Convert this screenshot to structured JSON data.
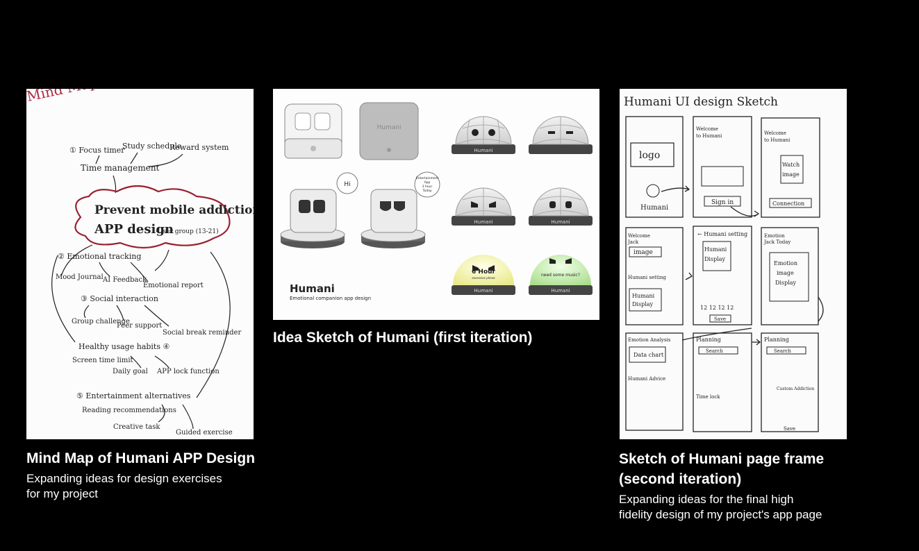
{
  "cards": [
    {
      "title": "Mind Map of Humani APP Design",
      "subtitle_lines": [
        "Expanding ideas for design exercises",
        "for my project"
      ],
      "sketch": {
        "corner_label": "Mind Map",
        "center_lines": [
          "Prevent mobile addiction",
          "APP design",
          "-User group (13-21)"
        ],
        "nodes": [
          "① Focus timer",
          "Study schedule",
          "Reward system",
          "Time management",
          "② Emotional tracking",
          "Mood Journal",
          "AI Feedback",
          "Emotional report",
          "③ Social interaction",
          "Group challenge",
          "Peer support",
          "Social break reminder",
          "Healthy usage habits ④",
          "Screen time limit",
          "Daily goal",
          "APP lock function",
          "⑤ Entertainment alternatives",
          "Reading recommendations",
          "Creative task",
          "Guided exercise"
        ]
      }
    },
    {
      "title": "Idea Sketch of Humani (first iteration)",
      "sketch": {
        "brand": "Humani",
        "tagline": "Emotional companion app design",
        "device_label": "Humani",
        "bubble_hi": "Hi",
        "bubble_info": [
          "Entertainment",
          "App",
          "3 hour",
          "Today"
        ],
        "dome_label": "Humani",
        "dome_yellow_text": "6 Hour",
        "dome_yellow_sub": "excessive phone",
        "dome_green_text": "need some music?"
      }
    },
    {
      "title_lines": [
        "Sketch of Humani page frame",
        "(second iteration)"
      ],
      "subtitle_lines": [
        "Expanding ideas for the final high",
        "fidelity design of my project's app page"
      ],
      "sketch": {
        "heading": "Humani UI design Sketch",
        "f1_logo": "logo",
        "f1_name": "Humani",
        "f2_welcome": [
          "Welcome",
          "to Humani"
        ],
        "f2_button": "Sign in",
        "f3_welcome": [
          "Welcome",
          "to Humani"
        ],
        "f3_box": [
          "Watch",
          "image"
        ],
        "f3_button": "Connection",
        "f4_welcome": [
          "Welcome",
          "Jack"
        ],
        "f4_image": "image",
        "f4_setting": "Humani setting",
        "f4_display": [
          "Humani",
          "Display"
        ],
        "f5_header": "← Humani setting",
        "f5_display": [
          "Humani",
          "Display"
        ],
        "f5_numbers": "12 12 12 12",
        "f5_save": "Save",
        "f6_title": [
          "Emotion",
          "Jack Today"
        ],
        "f6_box": [
          "Emotion",
          "image",
          "Display"
        ],
        "f7_title": "Emotion Analysis",
        "f7_chart": "Data chart",
        "f7_advice": "Humani Advice",
        "f8_title": "Planning",
        "f8_search": "Search",
        "f8_timelock": "Time lock",
        "f9_title": "Planning",
        "f9_search": "Search",
        "f9_custom": "Custom Addiction",
        "f9_save": "Save"
      }
    }
  ]
}
